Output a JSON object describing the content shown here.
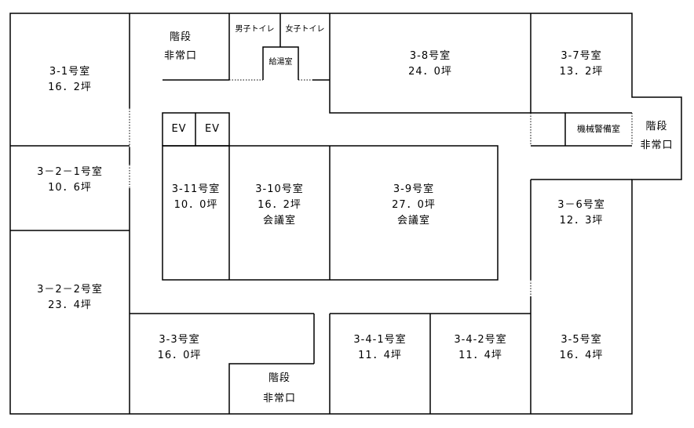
{
  "rooms": {
    "r3_1": {
      "name": "3-1号室",
      "area": "16．2坪"
    },
    "r3_2_1": {
      "name": "3－2－1号室",
      "area": "10．6坪"
    },
    "r3_2_2": {
      "name": "3－2－2号室",
      "area": "23．4坪"
    },
    "r3_3": {
      "name": "3-3号室",
      "area": "16．0坪"
    },
    "r3_4_1": {
      "name": "3-4-1号室",
      "area": "11．4坪"
    },
    "r3_4_2": {
      "name": "3-4-2号室",
      "area": "11．4坪"
    },
    "r3_5": {
      "name": "3-5号室",
      "area": "16．4坪"
    },
    "r3_6": {
      "name": "3－6号室",
      "area": "12．3坪"
    },
    "r3_7": {
      "name": "3-7号室",
      "area": "13．2坪"
    },
    "r3_8": {
      "name": "3-8号室",
      "area": "24．0坪"
    },
    "r3_9": {
      "name": "3-9号室",
      "area": "27．0坪",
      "use": "会議室"
    },
    "r3_10": {
      "name": "3-10号室",
      "area": "16．2坪",
      "use": "会議室"
    },
    "r3_11": {
      "name": "3-11号室",
      "area": "10．0坪"
    }
  },
  "facilities": {
    "stairs_label": "階段",
    "emergency_exit_label": "非常口",
    "elevator_label": "EV",
    "mens_toilet": "男子トイレ",
    "womens_toilet": "女子トイレ",
    "kitchenette": "給湯室",
    "machine_security_room": "機械警備室"
  }
}
